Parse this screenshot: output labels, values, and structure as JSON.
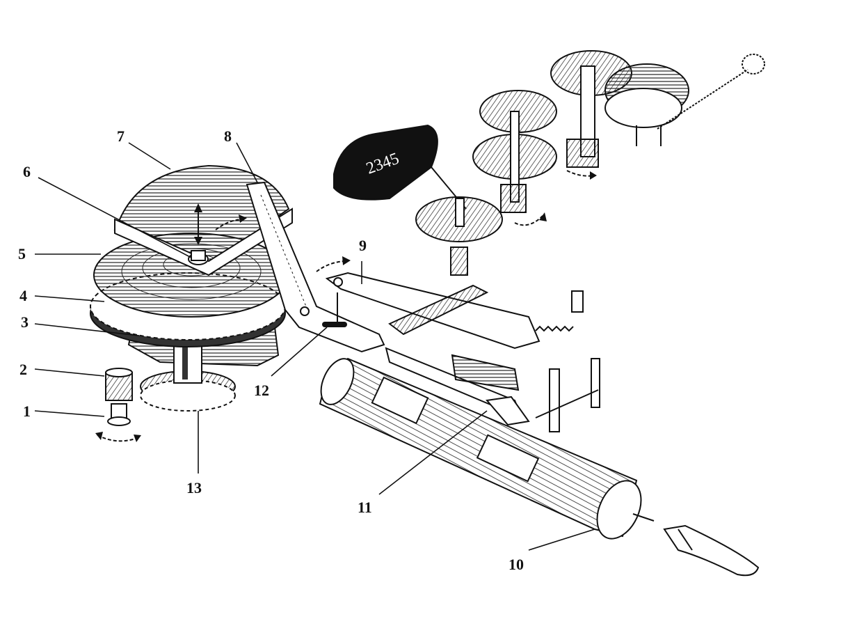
{
  "labels": [
    {
      "id": "1",
      "text": "1"
    },
    {
      "id": "2",
      "text": "2"
    },
    {
      "id": "3",
      "text": "3"
    },
    {
      "id": "4",
      "text": "4"
    },
    {
      "id": "5",
      "text": "5"
    },
    {
      "id": "6",
      "text": "6"
    },
    {
      "id": "7",
      "text": "7"
    },
    {
      "id": "8",
      "text": "8"
    },
    {
      "id": "9",
      "text": "9"
    },
    {
      "id": "10",
      "text": "10"
    },
    {
      "id": "11",
      "text": "11"
    },
    {
      "id": "12",
      "text": "12"
    },
    {
      "id": "13",
      "text": "13"
    }
  ],
  "counter_plate_digits": "2345",
  "colors": {
    "ink": "#111111",
    "paper": "#ffffff",
    "shade": "#555555"
  }
}
